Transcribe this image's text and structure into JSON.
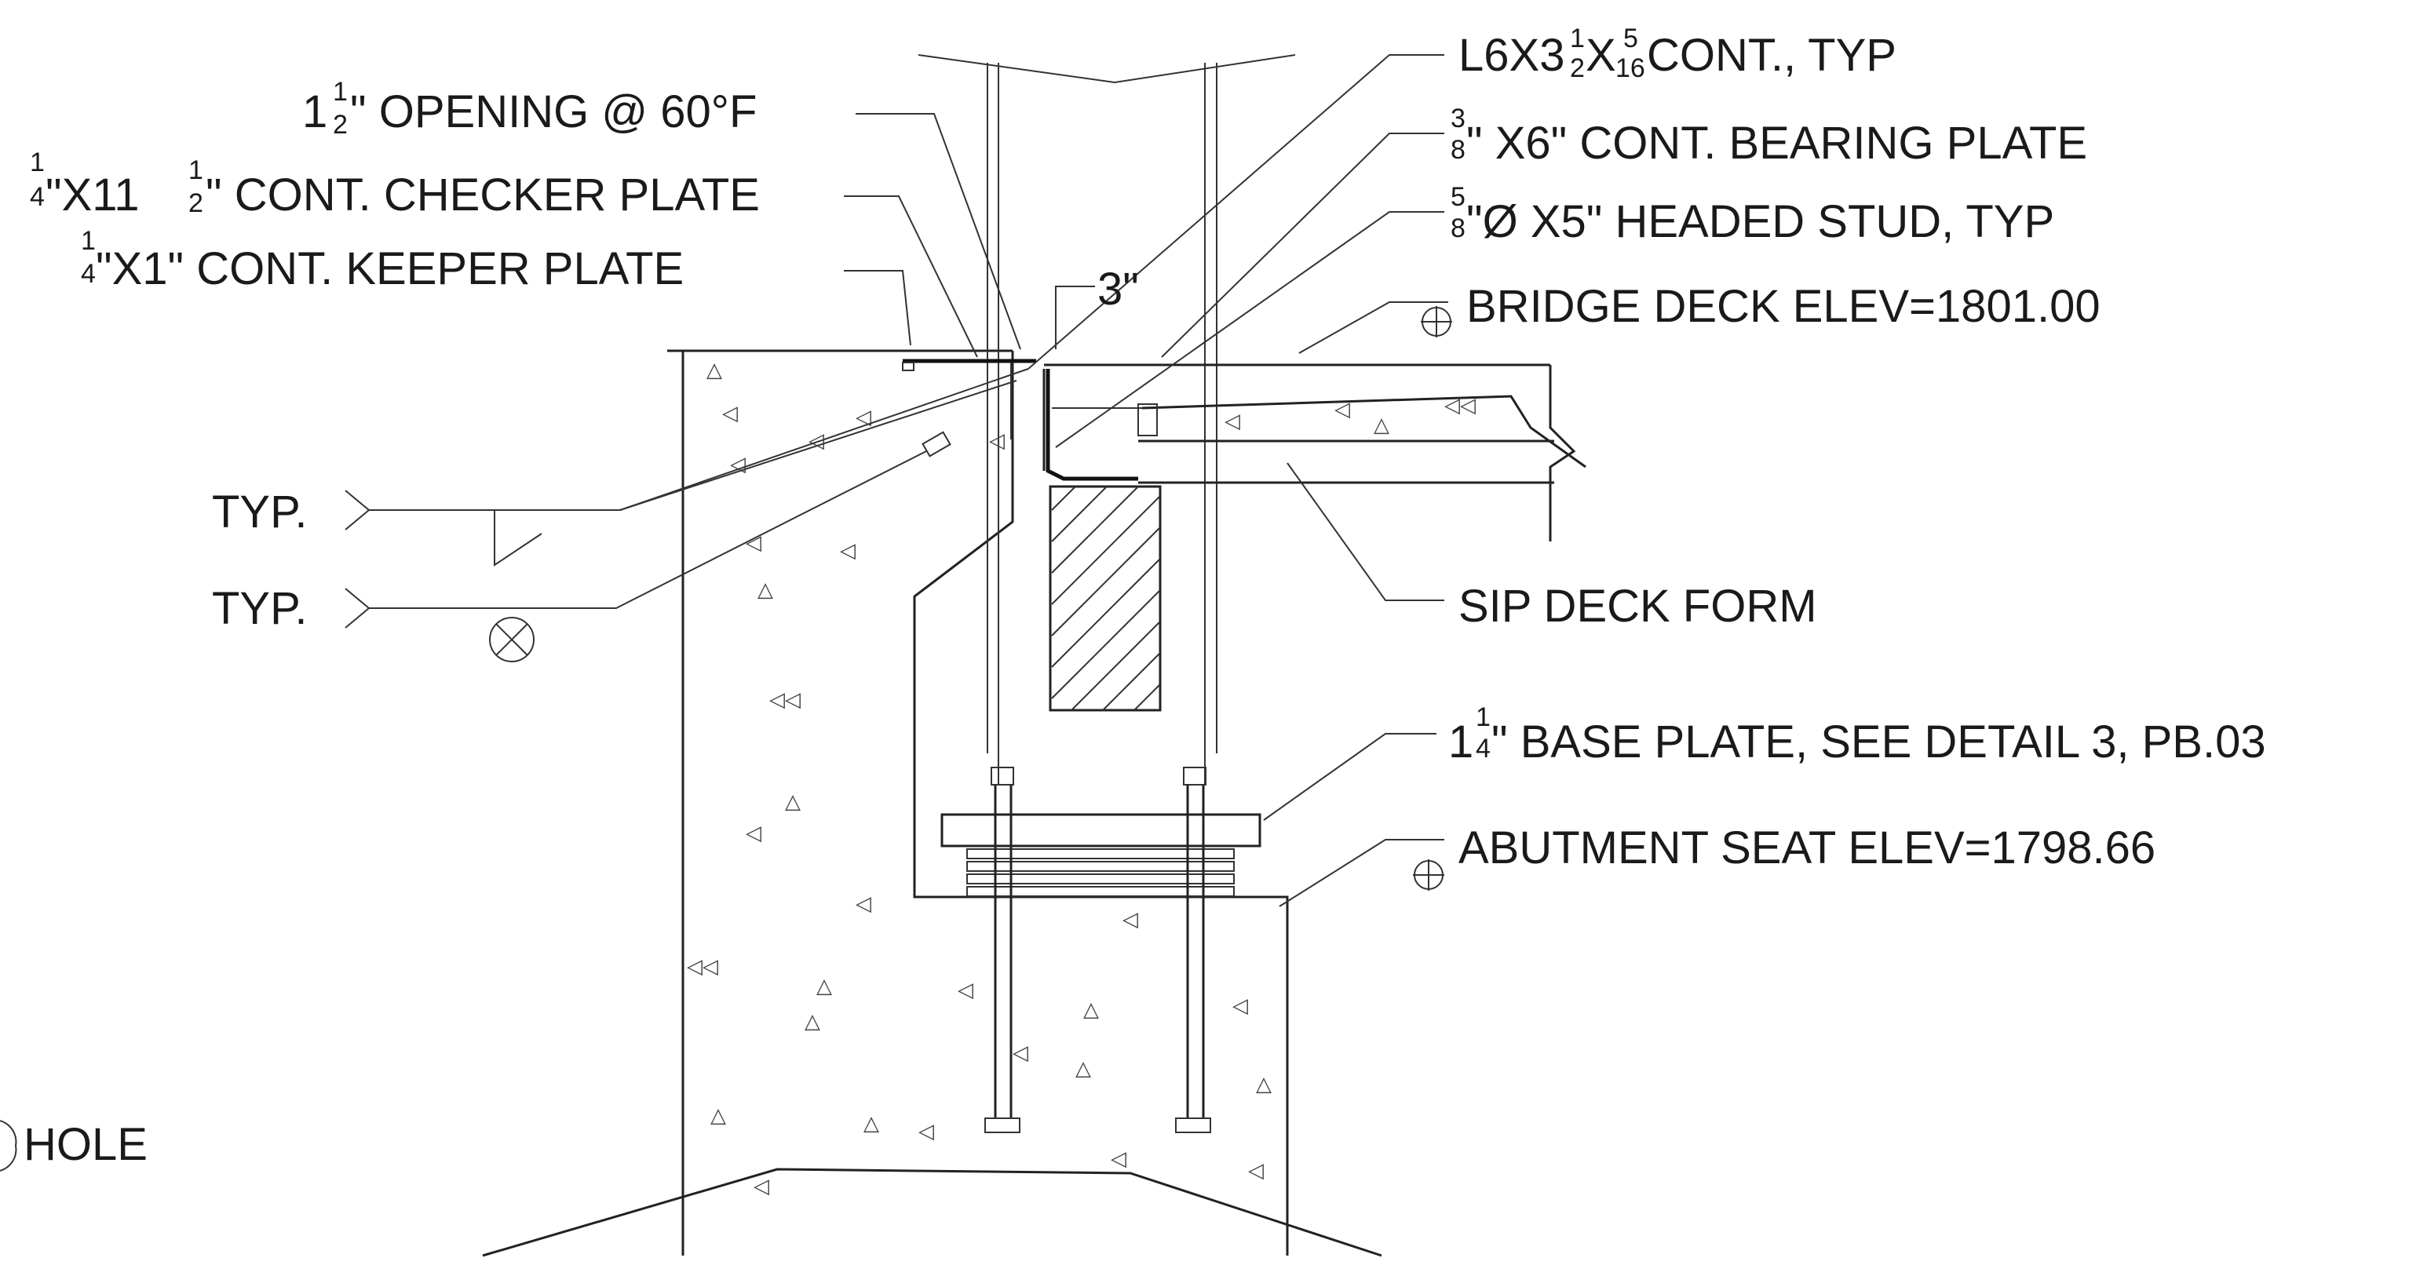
{
  "labels": {
    "opening": "1",
    "opening_frac_num": "1",
    "opening_frac_den": "2",
    "opening_rest": "\" OPENING @ 60°F",
    "checker_frac_num": "1",
    "checker_frac_den": "4",
    "checker_mid": "\"X11",
    "checker_frac2_num": "1",
    "checker_frac2_den": "2",
    "checker_rest": "\" CONT. CHECKER PLATE",
    "keeper_frac_num": "1",
    "keeper_frac_den": "4",
    "keeper_rest": "\"X1\" CONT. KEEPER PLATE",
    "angle_a": "L6X3",
    "angle_f1_num": "1",
    "angle_f1_den": "2",
    "angle_x": "X",
    "angle_f2_num": "5",
    "angle_f2_den": "16",
    "angle_rest": " CONT., TYP",
    "bearing_frac_num": "3",
    "bearing_frac_den": "8",
    "bearing_rest": "\" X6\" CONT. BEARING PLATE",
    "stud_frac_num": "5",
    "stud_frac_den": "8",
    "stud_rest": "\"Ø X5\" HEADED STUD, TYP",
    "deck_elev": "BRIDGE DECK ELEV=1801.00",
    "dim_3": "3\"",
    "typ_1": "TYP.",
    "typ_2": "TYP.",
    "sip": "SIP DECK FORM",
    "base_a": "1",
    "base_frac_num": "1",
    "base_frac_den": "4",
    "base_rest": " \" BASE PLATE, SEE DETAIL 3, PB.03",
    "seat_elev": "ABUTMENT SEAT ELEV=1798.66",
    "hole": "HOLE"
  }
}
